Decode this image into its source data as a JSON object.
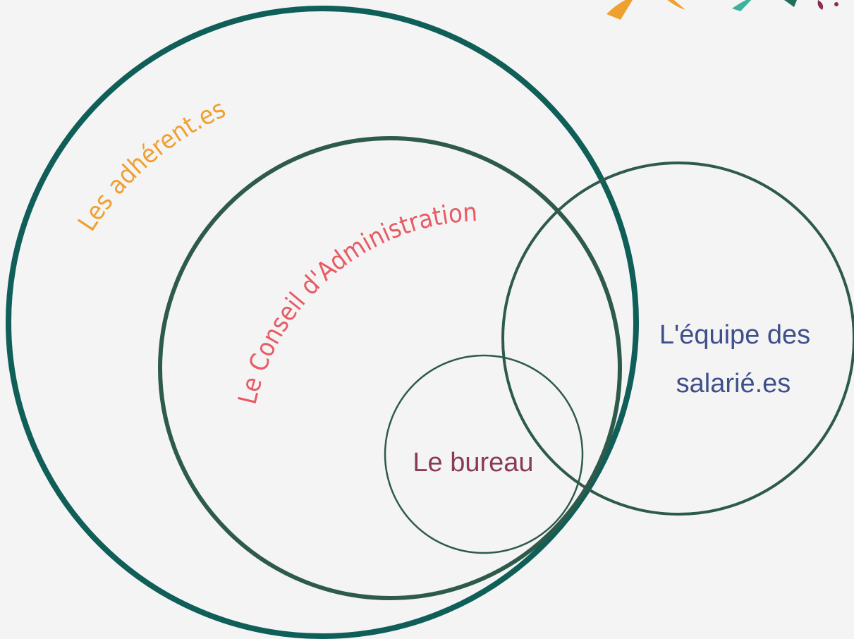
{
  "colors": {
    "background": "#f4f4f4",
    "outer_ring": "#0f5e58",
    "inner_rings": "#2e5a4c",
    "adherents_text": "#f0a030",
    "ca_text": "#e85a64",
    "bureau_text": "#8a3a55",
    "equipe_text": "#3f4f8a"
  },
  "circles": {
    "adherents": {
      "label": "Les adhérent.es"
    },
    "conseil": {
      "label": "Le Conseil d'Administration"
    },
    "bureau": {
      "label": "Le bureau"
    },
    "equipe": {
      "label_line1": "L'équipe des",
      "label_line2": "salarié.es"
    }
  },
  "logo": {
    "icon": "paint-brush-strokes-icon"
  }
}
